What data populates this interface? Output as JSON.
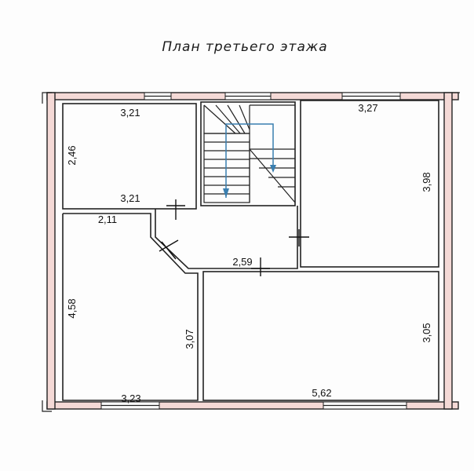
{
  "title": "План третьего этажа",
  "dimensions": {
    "top_left_width": "3,21",
    "top_left_height": "2,46",
    "top_left_bottom": "3,21",
    "hall_left": "2,11",
    "hall_bottom": "2,59",
    "top_right_width": "3,27",
    "top_right_height": "3,98",
    "bottom_left_height": "4,58",
    "bottom_left_width": "3,23",
    "bottom_left_right": "3,07",
    "bottom_right_width": "5,62",
    "bottom_right_height": "3,05"
  },
  "colors": {
    "wall_fill": "#f4d9d6",
    "stroke": "#222222",
    "stair_arrow": "#3a7fb0"
  }
}
